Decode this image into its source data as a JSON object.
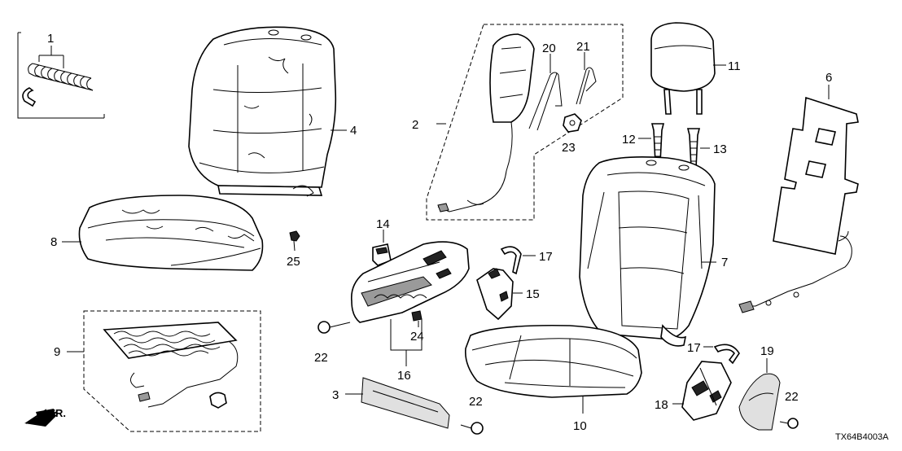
{
  "diagram_code": "TX64B4003A",
  "direction_label": "FR.",
  "callouts": {
    "p1": "1",
    "p2": "2",
    "p3": "3",
    "p4": "4",
    "p6": "6",
    "p7": "7",
    "p8": "8",
    "p9": "9",
    "p10": "10",
    "p11": "11",
    "p12": "12",
    "p13": "13",
    "p14": "14",
    "p15": "15",
    "p16": "16",
    "p17a": "17",
    "p17b": "17",
    "p18": "18",
    "p19": "19",
    "p20": "20",
    "p21": "21",
    "p22a": "22",
    "p22b": "22",
    "p22c": "22",
    "p23": "23",
    "p24": "24",
    "p25": "25"
  },
  "icons": {
    "front_arrow": "direction-arrow-icon"
  }
}
